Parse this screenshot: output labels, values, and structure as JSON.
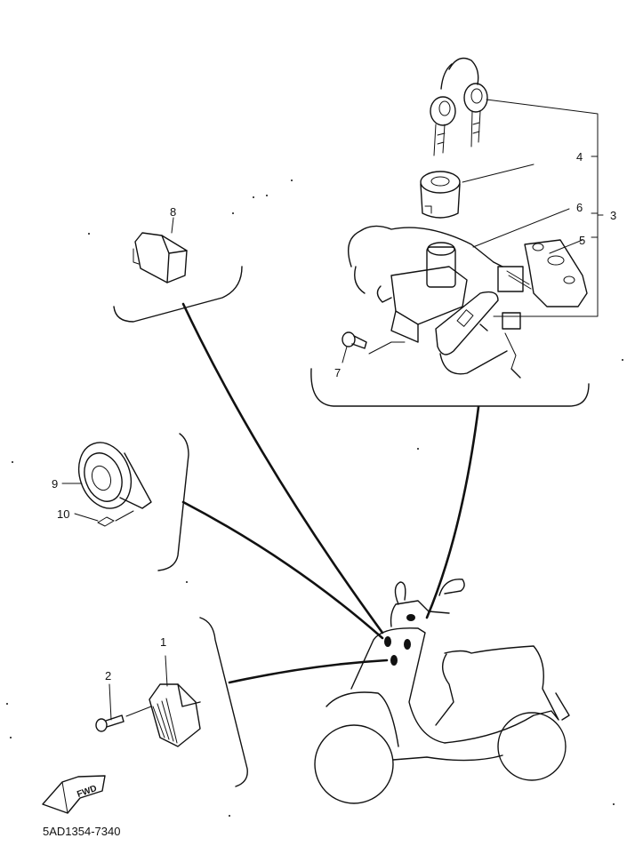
{
  "diagram": {
    "type": "exploded-parts-diagram",
    "subject": "scooter electrical components",
    "drawing_code": "5AD1354-7340",
    "direction_marker": "FWD",
    "callouts": [
      {
        "number": "1",
        "part": "relay unit"
      },
      {
        "number": "2",
        "part": "bolt"
      },
      {
        "number": "3",
        "part": "main switch assembly (bracket group)"
      },
      {
        "number": "4",
        "part": "lock cylinder"
      },
      {
        "number": "5",
        "part": "seat lock bracket"
      },
      {
        "number": "6",
        "part": "cable"
      },
      {
        "number": "7",
        "part": "bolt"
      },
      {
        "number": "8",
        "part": "relay"
      },
      {
        "number": "9",
        "part": "horn"
      },
      {
        "number": "10",
        "part": "stay / clip"
      }
    ],
    "colors": {
      "ink": "#111111",
      "paper": "#ffffff"
    }
  }
}
